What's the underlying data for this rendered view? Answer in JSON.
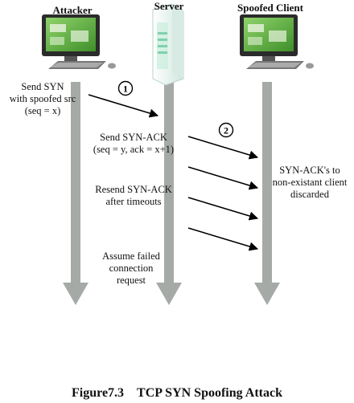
{
  "headers": {
    "attacker": "Attacker",
    "server": "Server",
    "client": "Spoofed Client"
  },
  "steps": {
    "step1": "1",
    "step2": "2"
  },
  "labels": {
    "send_syn": [
      "Send SYN",
      "with spoofed src",
      "(seq = x)"
    ],
    "send_synack": [
      "Send SYN-ACK",
      "(seq = y, ack = x+1)"
    ],
    "resend": [
      "Resend SYN-ACK",
      "after timeouts"
    ],
    "assume": [
      "Assume failed",
      "connection",
      "request"
    ],
    "discarded": [
      "SYN-ACK's to",
      "non-existant client",
      "discarded"
    ]
  },
  "caption": {
    "number": "Figure7.3",
    "title": "TCP SYN Spoofing Attack"
  },
  "colors": {
    "timeline": "#a6aaa6",
    "monitor_frame": "#2b2b2b",
    "screen_green": "#5fae3c",
    "server_body": "#e8f1ee",
    "server_accent": "#7fd1ad"
  }
}
